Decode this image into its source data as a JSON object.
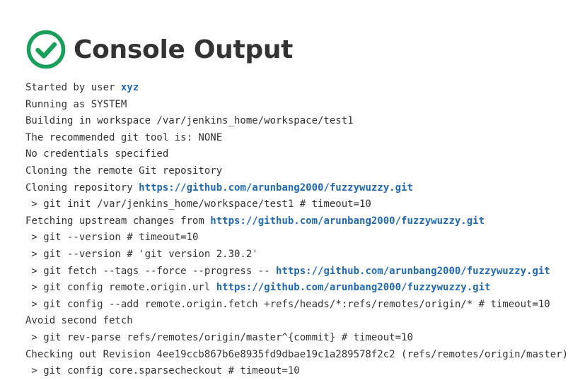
{
  "page": {
    "title": "Console Output",
    "status_icon": "success-check-circle-icon",
    "colors": {
      "success": "#1a9e5b",
      "link": "#1f6ab3",
      "text": "#333333"
    }
  },
  "console": {
    "lines": [
      {
        "text": "Started by user ",
        "link": "xyz"
      },
      {
        "text": "Running as SYSTEM"
      },
      {
        "text": "Building in workspace /var/jenkins_home/workspace/test1"
      },
      {
        "text": "The recommended git tool is: NONE"
      },
      {
        "text": "No credentials specified"
      },
      {
        "text": "Cloning the remote Git repository"
      },
      {
        "text": "Cloning repository ",
        "link": "https://github.com/arunbang2000/fuzzywuzzy.git"
      },
      {
        "text": " > git init /var/jenkins_home/workspace/test1 # timeout=10"
      },
      {
        "text": "Fetching upstream changes from ",
        "link": "https://github.com/arunbang2000/fuzzywuzzy.git"
      },
      {
        "text": " > git --version # timeout=10"
      },
      {
        "text": " > git --version # 'git version 2.30.2'"
      },
      {
        "text": " > git fetch --tags --force --progress -- ",
        "link": "https://github.com/arunbang2000/fuzzywuzzy.git"
      },
      {
        "text": " > git config remote.origin.url ",
        "link": "https://github.com/arunbang2000/fuzzywuzzy.git"
      },
      {
        "text": " > git config --add remote.origin.fetch +refs/heads/*:refs/remotes/origin/* # timeout=10"
      },
      {
        "text": "Avoid second fetch"
      },
      {
        "text": " > git rev-parse refs/remotes/origin/master^{commit} # timeout=10"
      },
      {
        "text": "Checking out Revision 4ee19ccb867b6e8935fd9dbae19c1a289578f2c2 (refs/remotes/origin/master)"
      },
      {
        "text": " > git config core.sparsecheckout # timeout=10"
      }
    ]
  }
}
